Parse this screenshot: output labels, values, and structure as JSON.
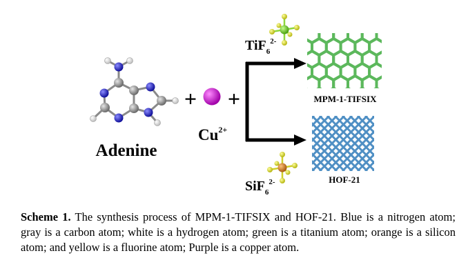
{
  "figure": {
    "molecule_label": "Adenine",
    "copper_label": "Cu",
    "copper_charge": "2+",
    "plus_sign": "+",
    "tif6": {
      "base": "TiF",
      "sub": "6",
      "sup": "2-"
    },
    "sif6": {
      "base": "SiF",
      "sub": "6",
      "sup": "2-"
    },
    "product_top_label": "MPM-1-TIFSIX",
    "product_bottom_label": "HOF-21",
    "colors": {
      "nitrogen": "#1f1fd6",
      "carbon": "#9a9a9a",
      "hydrogen": "#f2f2f2",
      "titanium": "#66cc22",
      "silicon": "#cc7a22",
      "fluorine": "#e3e326",
      "copper": "#cc22cc",
      "hex_net": "#55b355",
      "grid_net": "#4f8fc4"
    }
  },
  "caption": {
    "label": "Scheme 1.",
    "text": " The synthesis process of MPM-1-TIFSIX and HOF-21. Blue is a nitrogen atom; gray is a carbon atom; white is a hydrogen atom; green is a titanium atom; orange is a silicon atom; and yellow is a fluorine atom; Purple is a copper atom."
  }
}
